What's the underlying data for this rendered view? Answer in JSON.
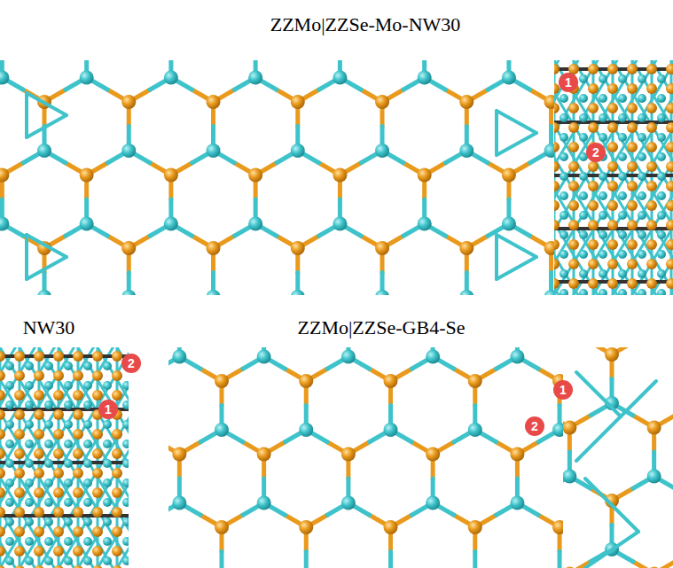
{
  "diagram": {
    "labels": [
      "ZZMo|ZZSe-Mo-NW30",
      "1",
      "2",
      "NW30",
      "2",
      "1",
      "ZZMo|ZZSe-GB4-Se",
      "1",
      "2"
    ]
  }
}
